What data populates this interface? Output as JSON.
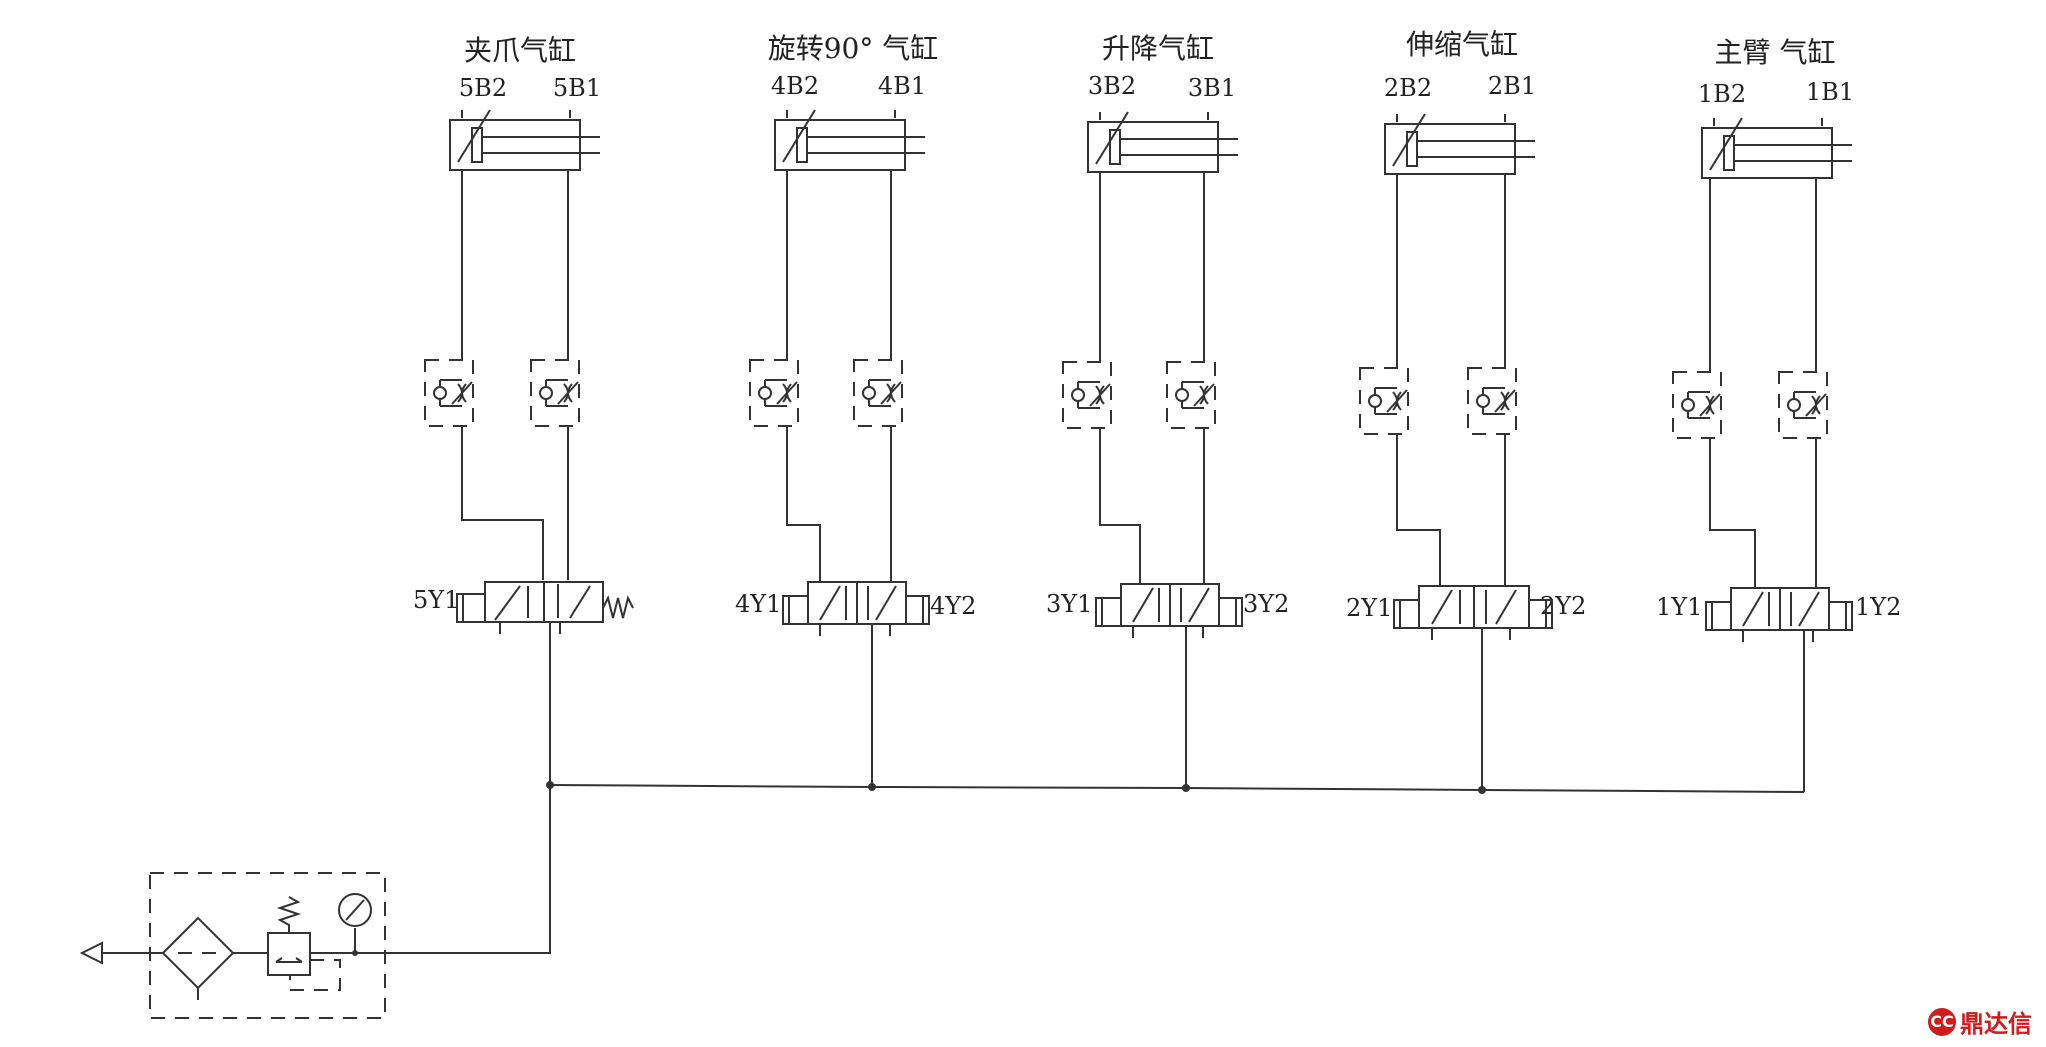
{
  "colors": {
    "line": "#333333",
    "text": "#222222",
    "watermark": "#d11c1c"
  },
  "cylinders": [
    {
      "title": "夹爪气缸",
      "sensor_left": "5B2",
      "sensor_right": "5B1",
      "coil_left": "5Y1",
      "coil_right": "",
      "valve_type": "single-solenoid-spring-return"
    },
    {
      "title": "旋转90° 气缸",
      "sensor_left": "4B2",
      "sensor_right": "4B1",
      "coil_left": "4Y1",
      "coil_right": "4Y2",
      "valve_type": "double-solenoid"
    },
    {
      "title": "升降气缸",
      "sensor_left": "3B2",
      "sensor_right": "3B1",
      "coil_left": "3Y1",
      "coil_right": "3Y2",
      "valve_type": "double-solenoid"
    },
    {
      "title": "伸缩气缸",
      "sensor_left": "2B2",
      "sensor_right": "2B1",
      "coil_left": "2Y1",
      "coil_right": "2Y2",
      "valve_type": "double-solenoid"
    },
    {
      "title": "主臂 气缸",
      "sensor_left": "1B2",
      "sensor_right": "1B1",
      "coil_left": "1Y1",
      "coil_right": "1Y2",
      "valve_type": "double-solenoid"
    }
  ],
  "supply_unit": {
    "components": [
      "air-source",
      "filter",
      "pressure-regulator",
      "pressure-gauge"
    ]
  },
  "watermark": {
    "mark": "CC",
    "text": "鼎达信"
  }
}
